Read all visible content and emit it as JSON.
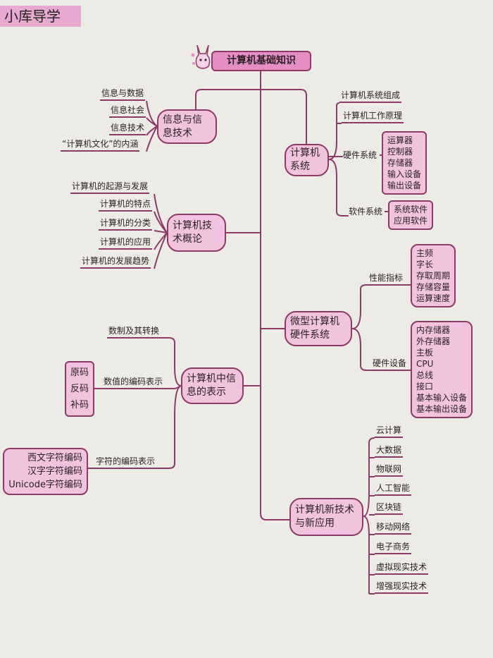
{
  "header": {
    "label": "小库导学"
  },
  "root": {
    "title": "计算机基础知识"
  },
  "branches": {
    "info": {
      "title": "信息与信息技术",
      "leaves": [
        "信息与数据",
        "信息社会",
        "信息技术",
        "“计算机文化”的内涵"
      ]
    },
    "overview": {
      "title": "计算机技术概论",
      "leaves": [
        "计算机的起源与发展",
        "计算机的特点",
        "计算机的分类",
        "计算机的应用",
        "计算机的发展趋势"
      ]
    },
    "representation": {
      "title": "计算机中信息的表示",
      "leaves": [
        "数制及其转换",
        "数值的编码表示",
        "字符的编码表示"
      ],
      "numeric_codes": [
        "原码",
        "反码",
        "补码"
      ],
      "char_codes": [
        "西文字符编码",
        "汉字字符编码",
        "Unicode字符编码"
      ]
    },
    "system": {
      "title": "计算机系统",
      "leaves": [
        "计算机系统组成",
        "计算机工作原理",
        "硬件系统",
        "软件系统"
      ],
      "hardware": [
        "运算器",
        "控制器",
        "存储器",
        "输入设备",
        "输出设备"
      ],
      "software": [
        "系统软件",
        "应用软件"
      ]
    },
    "micro": {
      "title": "微型计算机硬件系统",
      "leaves": [
        "性能指标",
        "硬件设备"
      ],
      "metrics": [
        "主频",
        "字长",
        "存取周期",
        "存储容量",
        "运算速度"
      ],
      "devices": [
        "内存储器",
        "外存储器",
        "主板",
        "CPU",
        "总线",
        "接口",
        "基本输入设备",
        "基本输出设备"
      ]
    },
    "newtech": {
      "title": "计算机新技术与新应用",
      "leaves": [
        "云计算",
        "大数据",
        "物联网",
        "人工智能",
        "区块链",
        "移动网络",
        "电子商务",
        "虚拟现实技术",
        "增强现实技术"
      ]
    }
  },
  "colors": {
    "node_fill": "#f2c3df",
    "line": "#8d3a68",
    "header": "#e7a9cf",
    "root": "#e48ec4"
  }
}
